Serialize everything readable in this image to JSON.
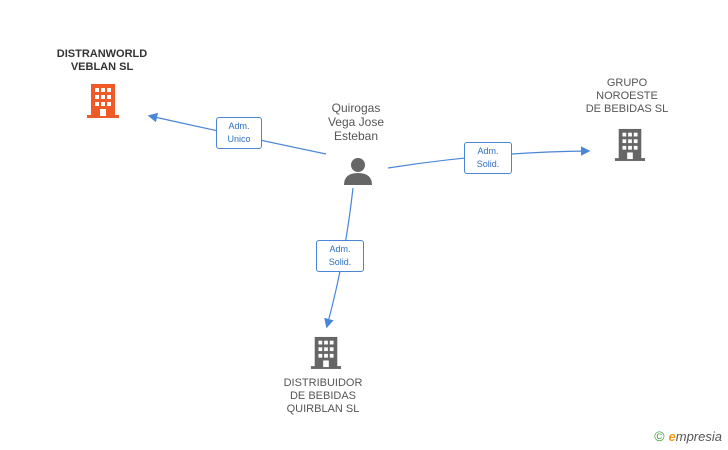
{
  "person": {
    "label": "Quirogas\nVega Jose\nEsteban",
    "icon": "person-icon"
  },
  "companies": [
    {
      "id": "distranworld",
      "label": "DISTRANWORLD\nVEBLAN SL",
      "icon": "building-icon",
      "color": "#f05a28",
      "primary": true
    },
    {
      "id": "grupo",
      "label": "GRUPO\nNOROESTE\nDE BEBIDAS SL",
      "icon": "building-icon",
      "color": "#666666"
    },
    {
      "id": "distribuidor",
      "label": "DISTRIBUIDOR\nDE BEBIDAS\nQUIRBLAN SL",
      "icon": "building-icon",
      "color": "#666666"
    }
  ],
  "edges": [
    {
      "to": "distranworld",
      "label": "Adm.\nUnico"
    },
    {
      "to": "grupo",
      "label": "Adm.\nSolid."
    },
    {
      "to": "distribuidor",
      "label": "Adm.\nSolid."
    }
  ],
  "colors": {
    "edge": "#4a86d8",
    "person": "#666666"
  },
  "brand": {
    "copyright": "©",
    "e": "e",
    "rest": "mpresia"
  }
}
